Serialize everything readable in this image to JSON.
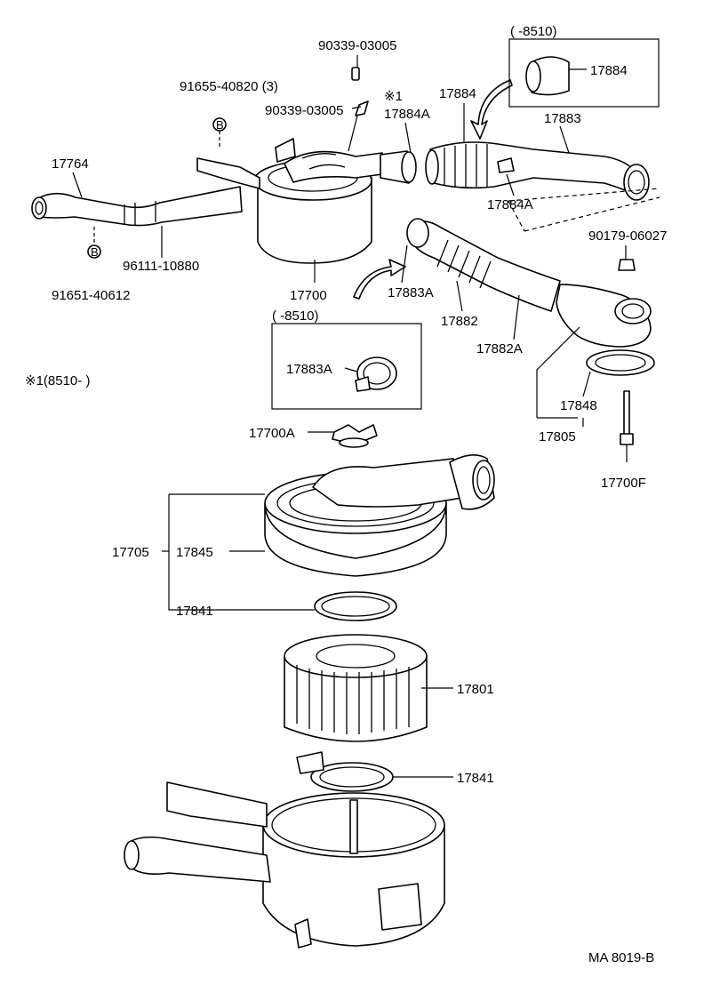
{
  "labels": {
    "p90339_top": "90339-03005",
    "p91655": "91655-40820 (3)",
    "p90339_mid": "90339-03005",
    "star1": "※1",
    "p17884_top": "17884",
    "p17884A_top": "17884A",
    "p17764": "17764",
    "p96111": "96111-10880",
    "p91651": "91651-40612",
    "p17700": "17700",
    "box1_range": "(      -8510)",
    "p17884_box": "17884",
    "p17883": "17883",
    "p17884A_low": "17884A",
    "p90179": "90179-06027",
    "p17883A": "17883A",
    "p17882": "17882",
    "p17882A": "17882A",
    "box2_range": "(      -8510)",
    "p17883A_box": "17883A",
    "note_star": "※1(8510-      )",
    "p17848": "17848",
    "p17805": "17805",
    "p17700A": "17700A",
    "p17700F": "17700F",
    "p17705": "17705",
    "p17845": "17845",
    "p17841_top": "17841",
    "p17801": "17801",
    "p17841_bot": "17841",
    "footer": "MA  8019-B",
    "bolt_b": "B"
  }
}
